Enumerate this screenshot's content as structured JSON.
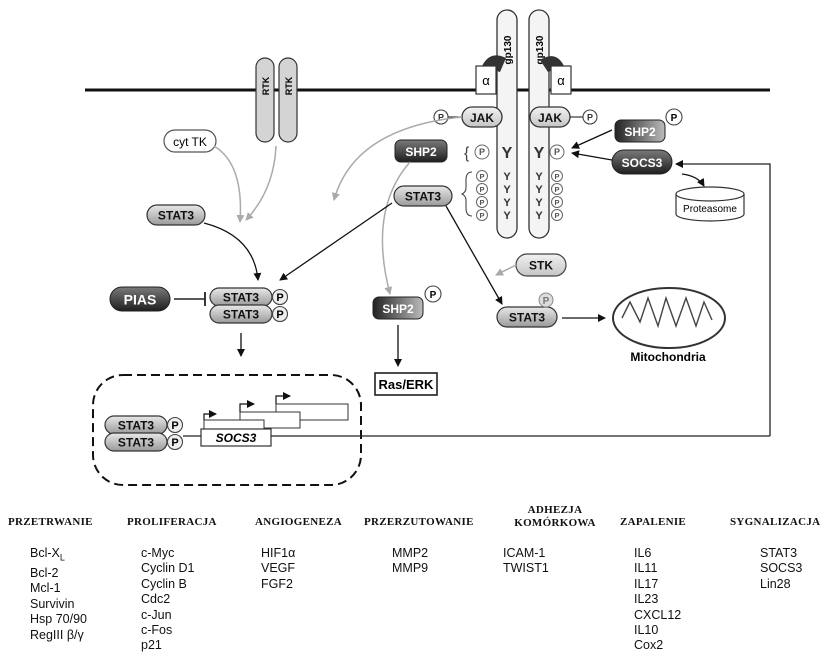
{
  "diagram": {
    "rtk": [
      "RTK",
      "RTK"
    ],
    "gp130": [
      "gp130",
      "gp130"
    ],
    "alpha": [
      "α",
      "α"
    ],
    "jak": [
      "JAK",
      "JAK"
    ],
    "p": "P",
    "y": "Y",
    "cyt_tk": "cyt TK",
    "stat3": "STAT3",
    "pias": "PIAS",
    "shp2": "SHP2",
    "socs3": "SOCS3",
    "proteasome": "Proteasome",
    "stk": "STK",
    "mitochondria": "Mitochondria",
    "ras_erk": "Ras/ERK",
    "socs3_gene": "SOCS3"
  },
  "categories": [
    {
      "title": "PRZETRWANIE",
      "items": [
        "Bcl-XL",
        "Bcl-2",
        "Mcl-1",
        "Survivin",
        "Hsp 70/90",
        "RegIII β/γ"
      ]
    },
    {
      "title": "PROLIFERACJA",
      "items": [
        "c-Myc",
        "Cyclin D1",
        "Cyclin B",
        "Cdc2",
        "c-Jun",
        "c-Fos",
        "p21"
      ]
    },
    {
      "title": "ANGIOGENEZA",
      "items": [
        "HIF1α",
        "VEGF",
        "FGF2"
      ]
    },
    {
      "title": "PRZERZUTOWANIE",
      "items": [
        "MMP2",
        "MMP9"
      ]
    },
    {
      "title": "ADHEZJA KOMÓRKOWA",
      "items": [
        "ICAM-1",
        "TWIST1"
      ]
    },
    {
      "title": "ZAPALENIE",
      "items": [
        "IL6",
        "IL11",
        "IL17",
        "IL23",
        "CXCL12",
        "IL10",
        "Cox2"
      ]
    },
    {
      "title": "SYGNALIZACJA",
      "items": [
        "STAT3",
        "SOCS3",
        "Lin28"
      ]
    }
  ]
}
